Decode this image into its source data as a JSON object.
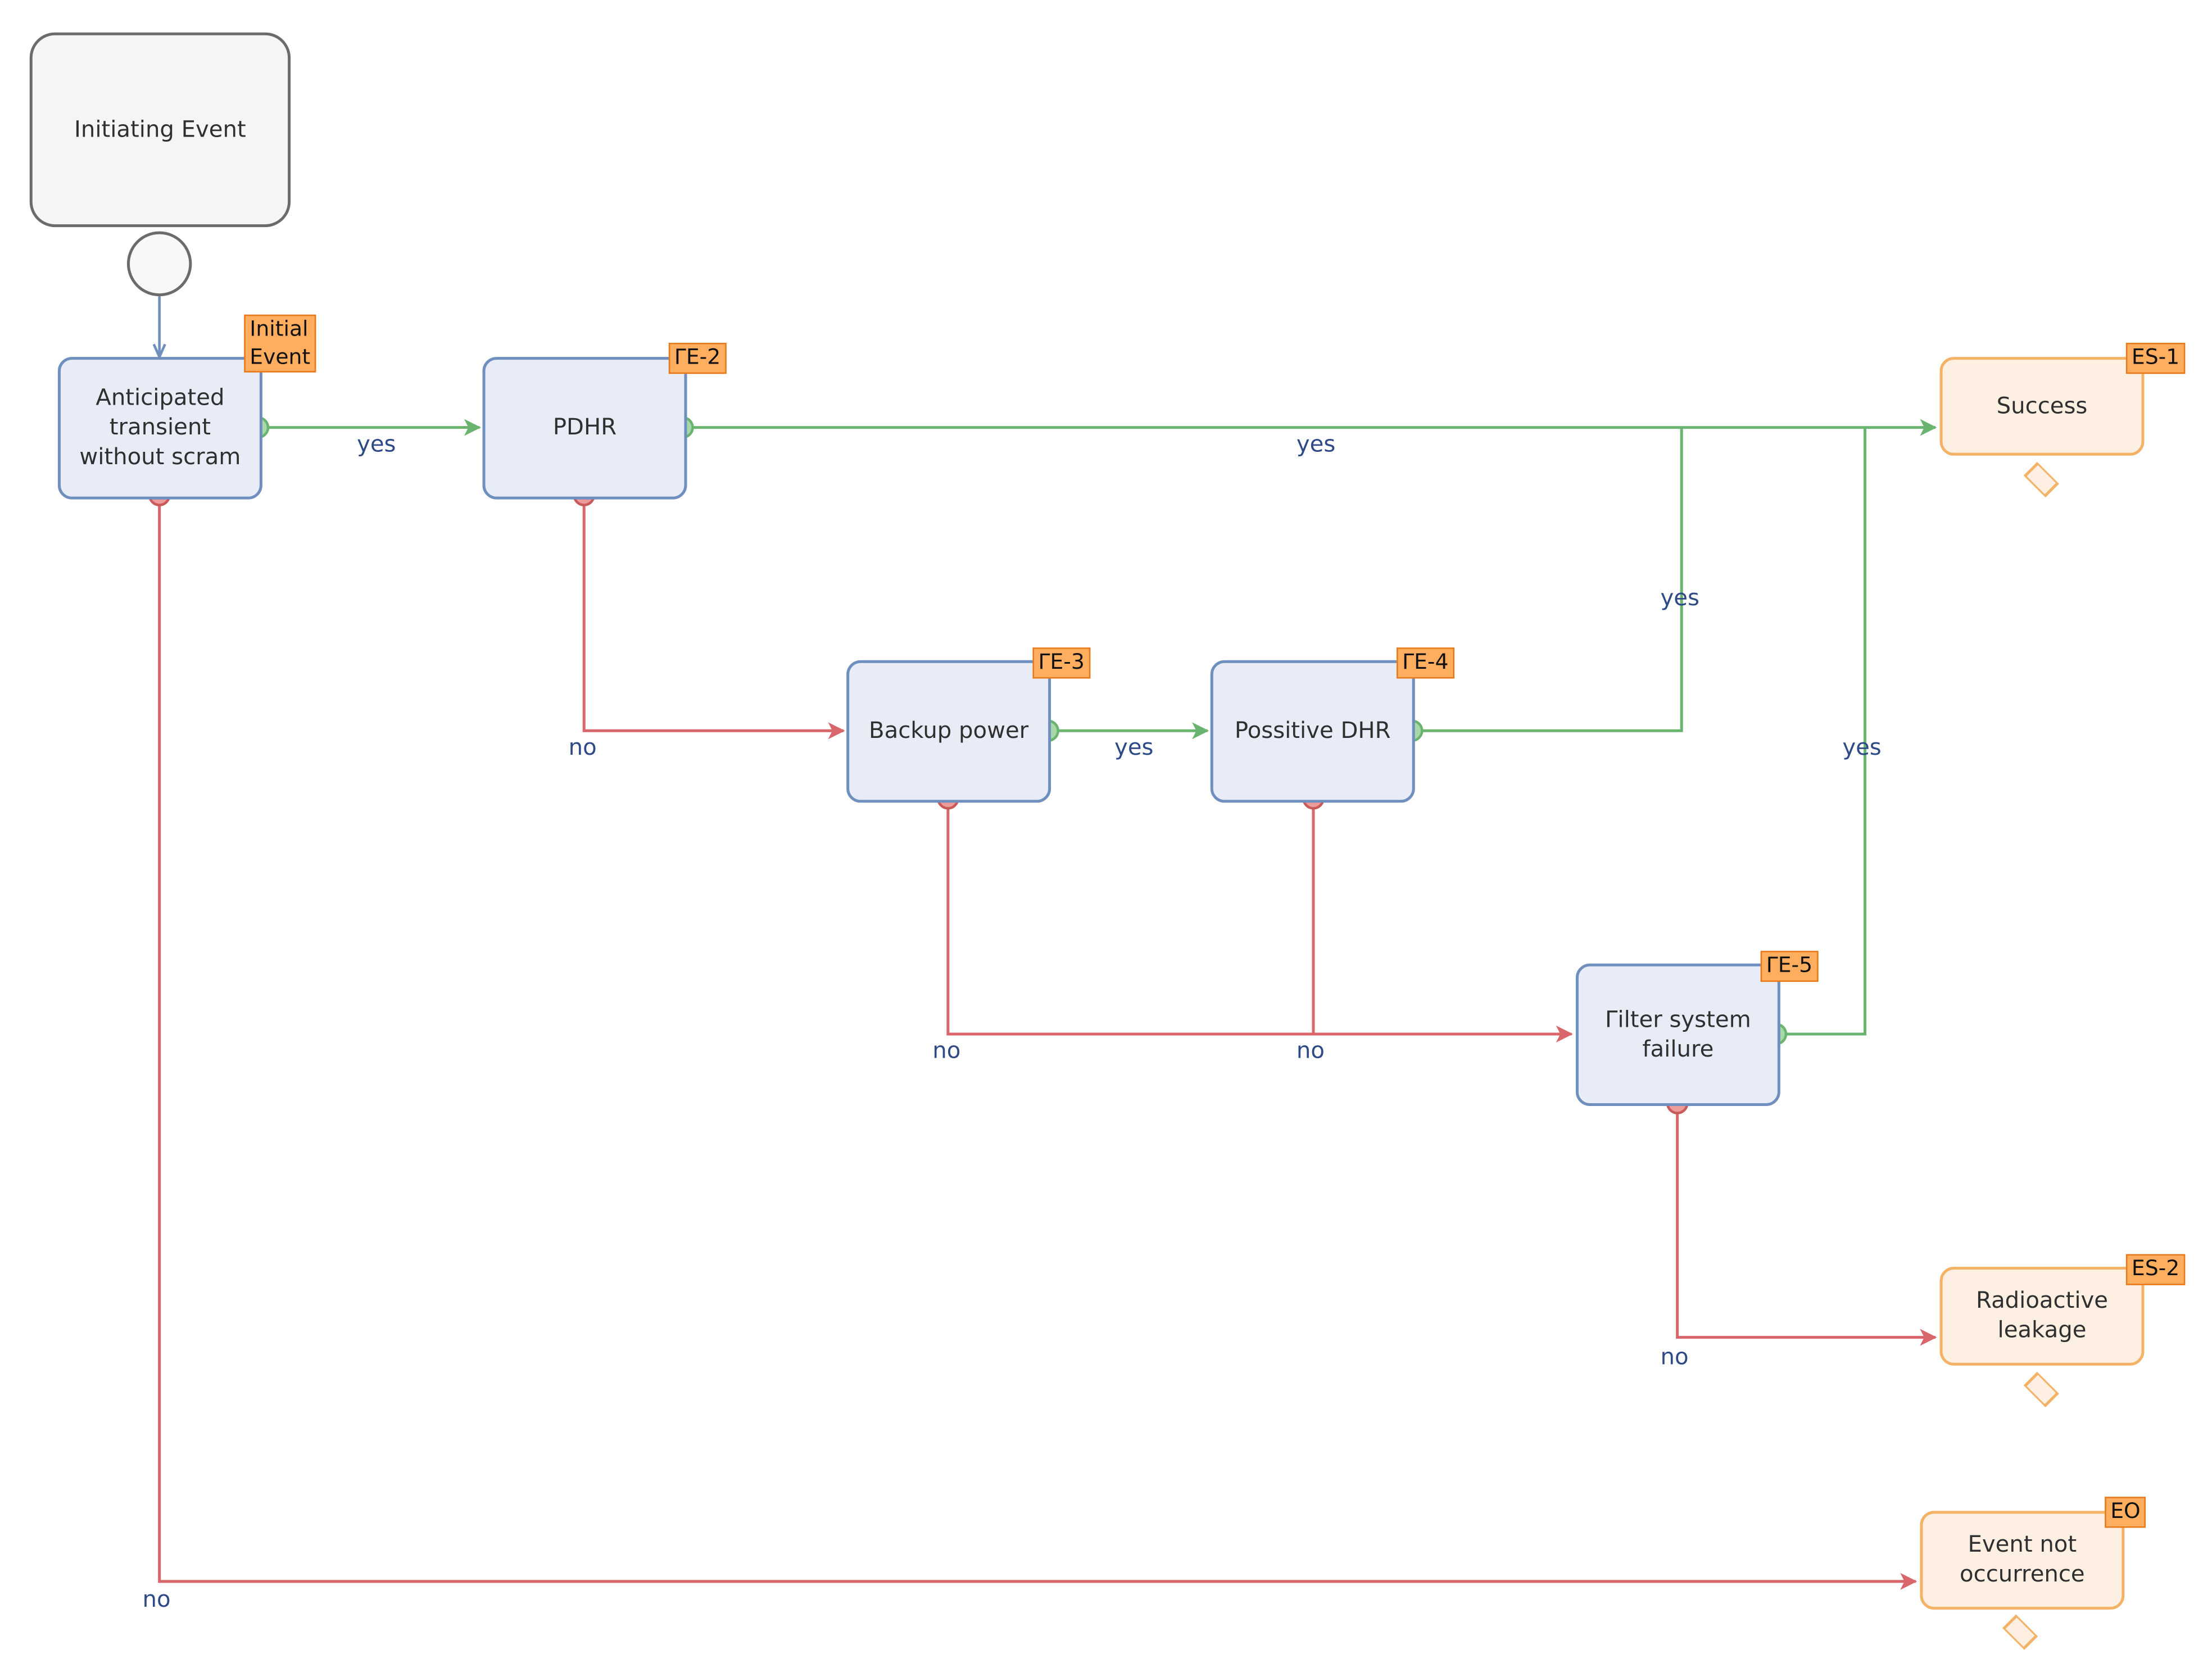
{
  "colors": {
    "yes_line": "#6ab46f",
    "no_line": "#d9666a",
    "start_line": "#6f8fbf",
    "label": "#2e4a86",
    "function_fill": "#e8ecf7",
    "end_fill": "#fdf0e3",
    "tag_fill": "#ffad5e"
  },
  "initiating_event": {
    "label": "Initiating Event"
  },
  "nodes": {
    "atws": {
      "label": "Anticipated\ntransient\nwithout scram",
      "tag": "Initial\nEvent"
    },
    "pdhr": {
      "label": "PDHR",
      "tag": "ΓE-2"
    },
    "backup": {
      "label": "Backup power",
      "tag": "ΓE-3"
    },
    "positive": {
      "label": "Possitive DHR",
      "tag": "ΓE-4"
    },
    "filter": {
      "label": "Γilter system\nfailure",
      "tag": "ΓE-5"
    }
  },
  "end_states": {
    "success": {
      "label": "Success",
      "tag": "ES-1"
    },
    "leakage": {
      "label": "Radioactive\nleakage",
      "tag": "ES-2"
    },
    "non_occurrence": {
      "label": "Event not\noccurrence",
      "tag": "EO"
    }
  },
  "edge_labels": {
    "atws_yes": "yes",
    "atws_no": "no",
    "pdhr_yes": "yes",
    "pdhr_no": "no",
    "backup_yes": "yes",
    "backup_no": "no",
    "positive_yes": "yes",
    "positive_no": "no",
    "filter_yes": "yes",
    "filter_no": "no"
  }
}
